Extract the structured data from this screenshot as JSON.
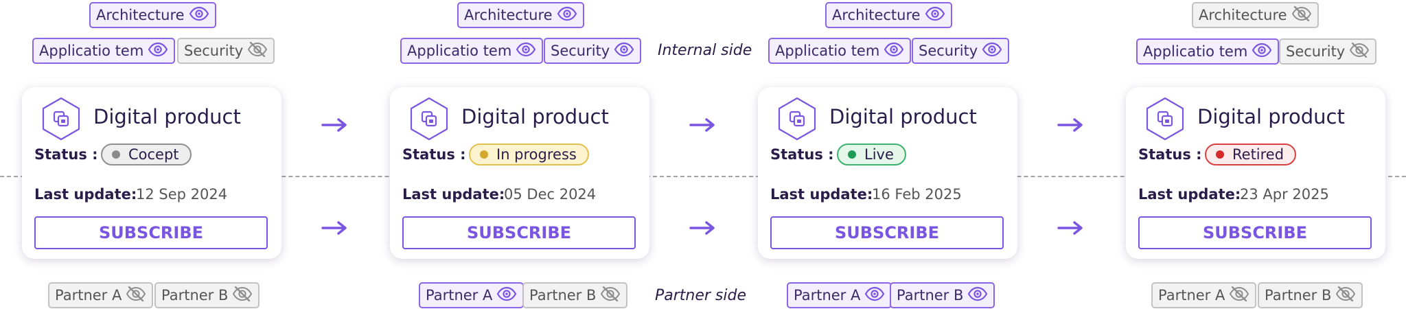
{
  "internal_side_label": "Internal side",
  "partner_side_label": "Partner side",
  "columns": [
    {
      "tags_top": [
        {
          "label": "Architecture",
          "visible": true
        },
        {
          "label": "Applicatio tem",
          "visible": true
        },
        {
          "label": "Security",
          "visible": false
        }
      ],
      "card": {
        "title": "Digital product",
        "status_label": "Status :",
        "status": "Cocept",
        "status_colors": {
          "bg": "#eeeeee",
          "border": "#8f8f8f",
          "dot": "#8a8a8a"
        },
        "update_label": "Last update:",
        "update_date": "12 Sep 2024",
        "button": "SUBSCRIBE"
      },
      "tags_bottom": [
        {
          "label": "Partner A",
          "visible": false
        },
        {
          "label": "Partner B",
          "visible": false
        }
      ]
    },
    {
      "tags_top": [
        {
          "label": "Architecture",
          "visible": true
        },
        {
          "label": "Applicatio tem",
          "visible": true
        },
        {
          "label": "Security",
          "visible": true
        }
      ],
      "card": {
        "title": "Digital product",
        "status_label": "Status :",
        "status": "In progress",
        "status_colors": {
          "bg": "#fdf3cf",
          "border": "#e3c04e",
          "dot": "#d4a82c"
        },
        "update_label": "Last update:",
        "update_date": "05 Dec 2024",
        "button": "SUBSCRIBE"
      },
      "tags_bottom": [
        {
          "label": "Partner A",
          "visible": true
        },
        {
          "label": "Partner B",
          "visible": false
        }
      ]
    },
    {
      "tags_top": [
        {
          "label": "Architecture",
          "visible": true
        },
        {
          "label": "Applicatio tem",
          "visible": true
        },
        {
          "label": "Security",
          "visible": true
        }
      ],
      "card": {
        "title": "Digital product",
        "status_label": "Status :",
        "status": "Live",
        "status_colors": {
          "bg": "#e4f7ea",
          "border": "#3bb36a",
          "dot": "#1f9b53"
        },
        "update_label": "Last update:",
        "update_date": "16 Feb 2025",
        "button": "SUBSCRIBE"
      },
      "tags_bottom": [
        {
          "label": "Partner A",
          "visible": true
        },
        {
          "label": "Partner B",
          "visible": true
        }
      ]
    },
    {
      "tags_top": [
        {
          "label": "Architecture",
          "visible": false
        },
        {
          "label": "Applicatio tem",
          "visible": true
        },
        {
          "label": "Security",
          "visible": false
        }
      ],
      "card": {
        "title": "Digital product",
        "status_label": "Status :",
        "status": "Retired",
        "status_colors": {
          "bg": "#fdecec",
          "border": "#d94040",
          "dot": "#d42a2a"
        },
        "update_label": "Last update:",
        "update_date": "23 Apr 2025",
        "button": "SUBSCRIBE"
      },
      "tags_bottom": [
        {
          "label": "Partner A",
          "visible": false
        },
        {
          "label": "Partner B",
          "visible": false
        }
      ]
    }
  ]
}
